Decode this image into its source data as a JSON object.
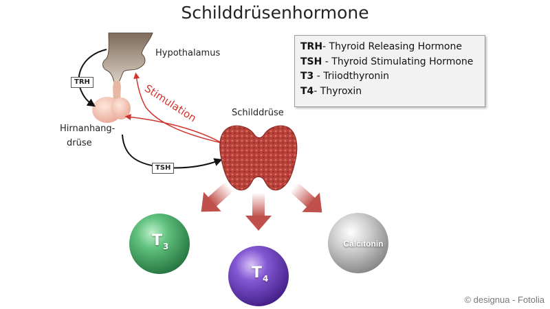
{
  "title": "Schilddrüsenhormone",
  "labels": {
    "hypothalamus": "Hypothalamus",
    "pituitary_line1": "Hirnanhang-",
    "pituitary_line2": "drüse",
    "thyroid": "Schilddrüse",
    "stimulation": "Stimulation"
  },
  "tags": {
    "trh": "TRH",
    "tsh": "TSH"
  },
  "legend": [
    {
      "abbr": "TRH",
      "text": "- Thyroid Releasing Hormone"
    },
    {
      "abbr": "TSH",
      "text": " - Thyroid Stimulating Hormone"
    },
    {
      "abbr": "T3",
      "text": " - Triiodthyronin"
    },
    {
      "abbr": "T4",
      "text": "- Thyroxin"
    }
  ],
  "hormones": {
    "t3": {
      "main": "T",
      "sub": "3"
    },
    "t4": {
      "main": "T",
      "sub": "4"
    },
    "calcitonin": "Calcitonin"
  },
  "colors": {
    "stimulation": "#d0342c",
    "thyroid": "#b8413a",
    "t3": "#3e9f5c",
    "t4": "#6a3bb5",
    "calcitonin": "#b0b0b0",
    "arrow": "#c85a55"
  },
  "credit": "© designua - Fotolia"
}
